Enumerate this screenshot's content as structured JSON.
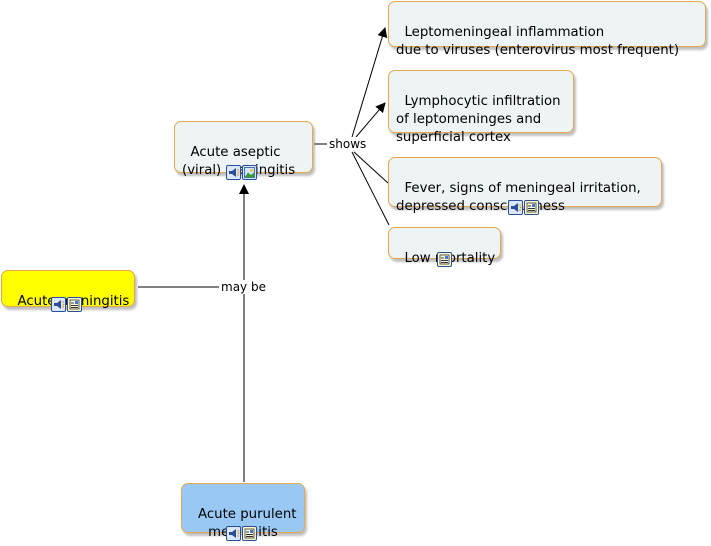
{
  "concepts": {
    "acute_meningitis": {
      "label": "Acute meningitis",
      "fill": "#ffff00",
      "icons": [
        "audio-icon",
        "note-icon"
      ]
    },
    "acute_aseptic": {
      "label": "Acute aseptic\n(viral) meningitis",
      "fill": "#eef3f6",
      "icons": [
        "audio-icon",
        "image-icon"
      ]
    },
    "acute_purulent": {
      "label": "Acute purulent\nmeningitis",
      "fill": "#99c8f5",
      "icons": [
        "audio-icon",
        "note-icon"
      ]
    },
    "leptomeningeal": {
      "label": "Leptomeningeal inflammation\ndue to viruses (enterovirus most frequent)",
      "fill": "#eef3f6",
      "icons": []
    },
    "lymphocytic": {
      "label": "Lymphocytic infiltration\nof leptomeninges and\nsuperficial cortex",
      "fill": "#eef3f6",
      "icons": []
    },
    "fever": {
      "label": "Fever, signs of meningeal irritation,\ndepressed consciousness",
      "fill": "#eef3f6",
      "icons": [
        "audio-icon",
        "note-icon"
      ]
    },
    "low_mortality": {
      "label": "Low mortality",
      "fill": "#eef3f6",
      "icons": [
        "note-icon"
      ]
    }
  },
  "linking_phrases": {
    "may_be": "may be",
    "shows": "shows"
  },
  "relations": [
    {
      "from": "acute_meningitis",
      "via": "may_be",
      "to": "acute_aseptic"
    },
    {
      "from": "acute_meningitis",
      "via": "may_be",
      "to": "acute_purulent"
    },
    {
      "from": "acute_aseptic",
      "via": "shows",
      "to": "leptomeningeal"
    },
    {
      "from": "acute_aseptic",
      "via": "shows",
      "to": "lymphocytic"
    },
    {
      "from": "acute_aseptic",
      "via": "shows",
      "to": "fever"
    },
    {
      "from": "acute_aseptic",
      "via": "shows",
      "to": "low_mortality"
    }
  ],
  "colors": {
    "node_border": "#e3a94a",
    "default_fill": "#eef3f6",
    "line": "#000000"
  }
}
